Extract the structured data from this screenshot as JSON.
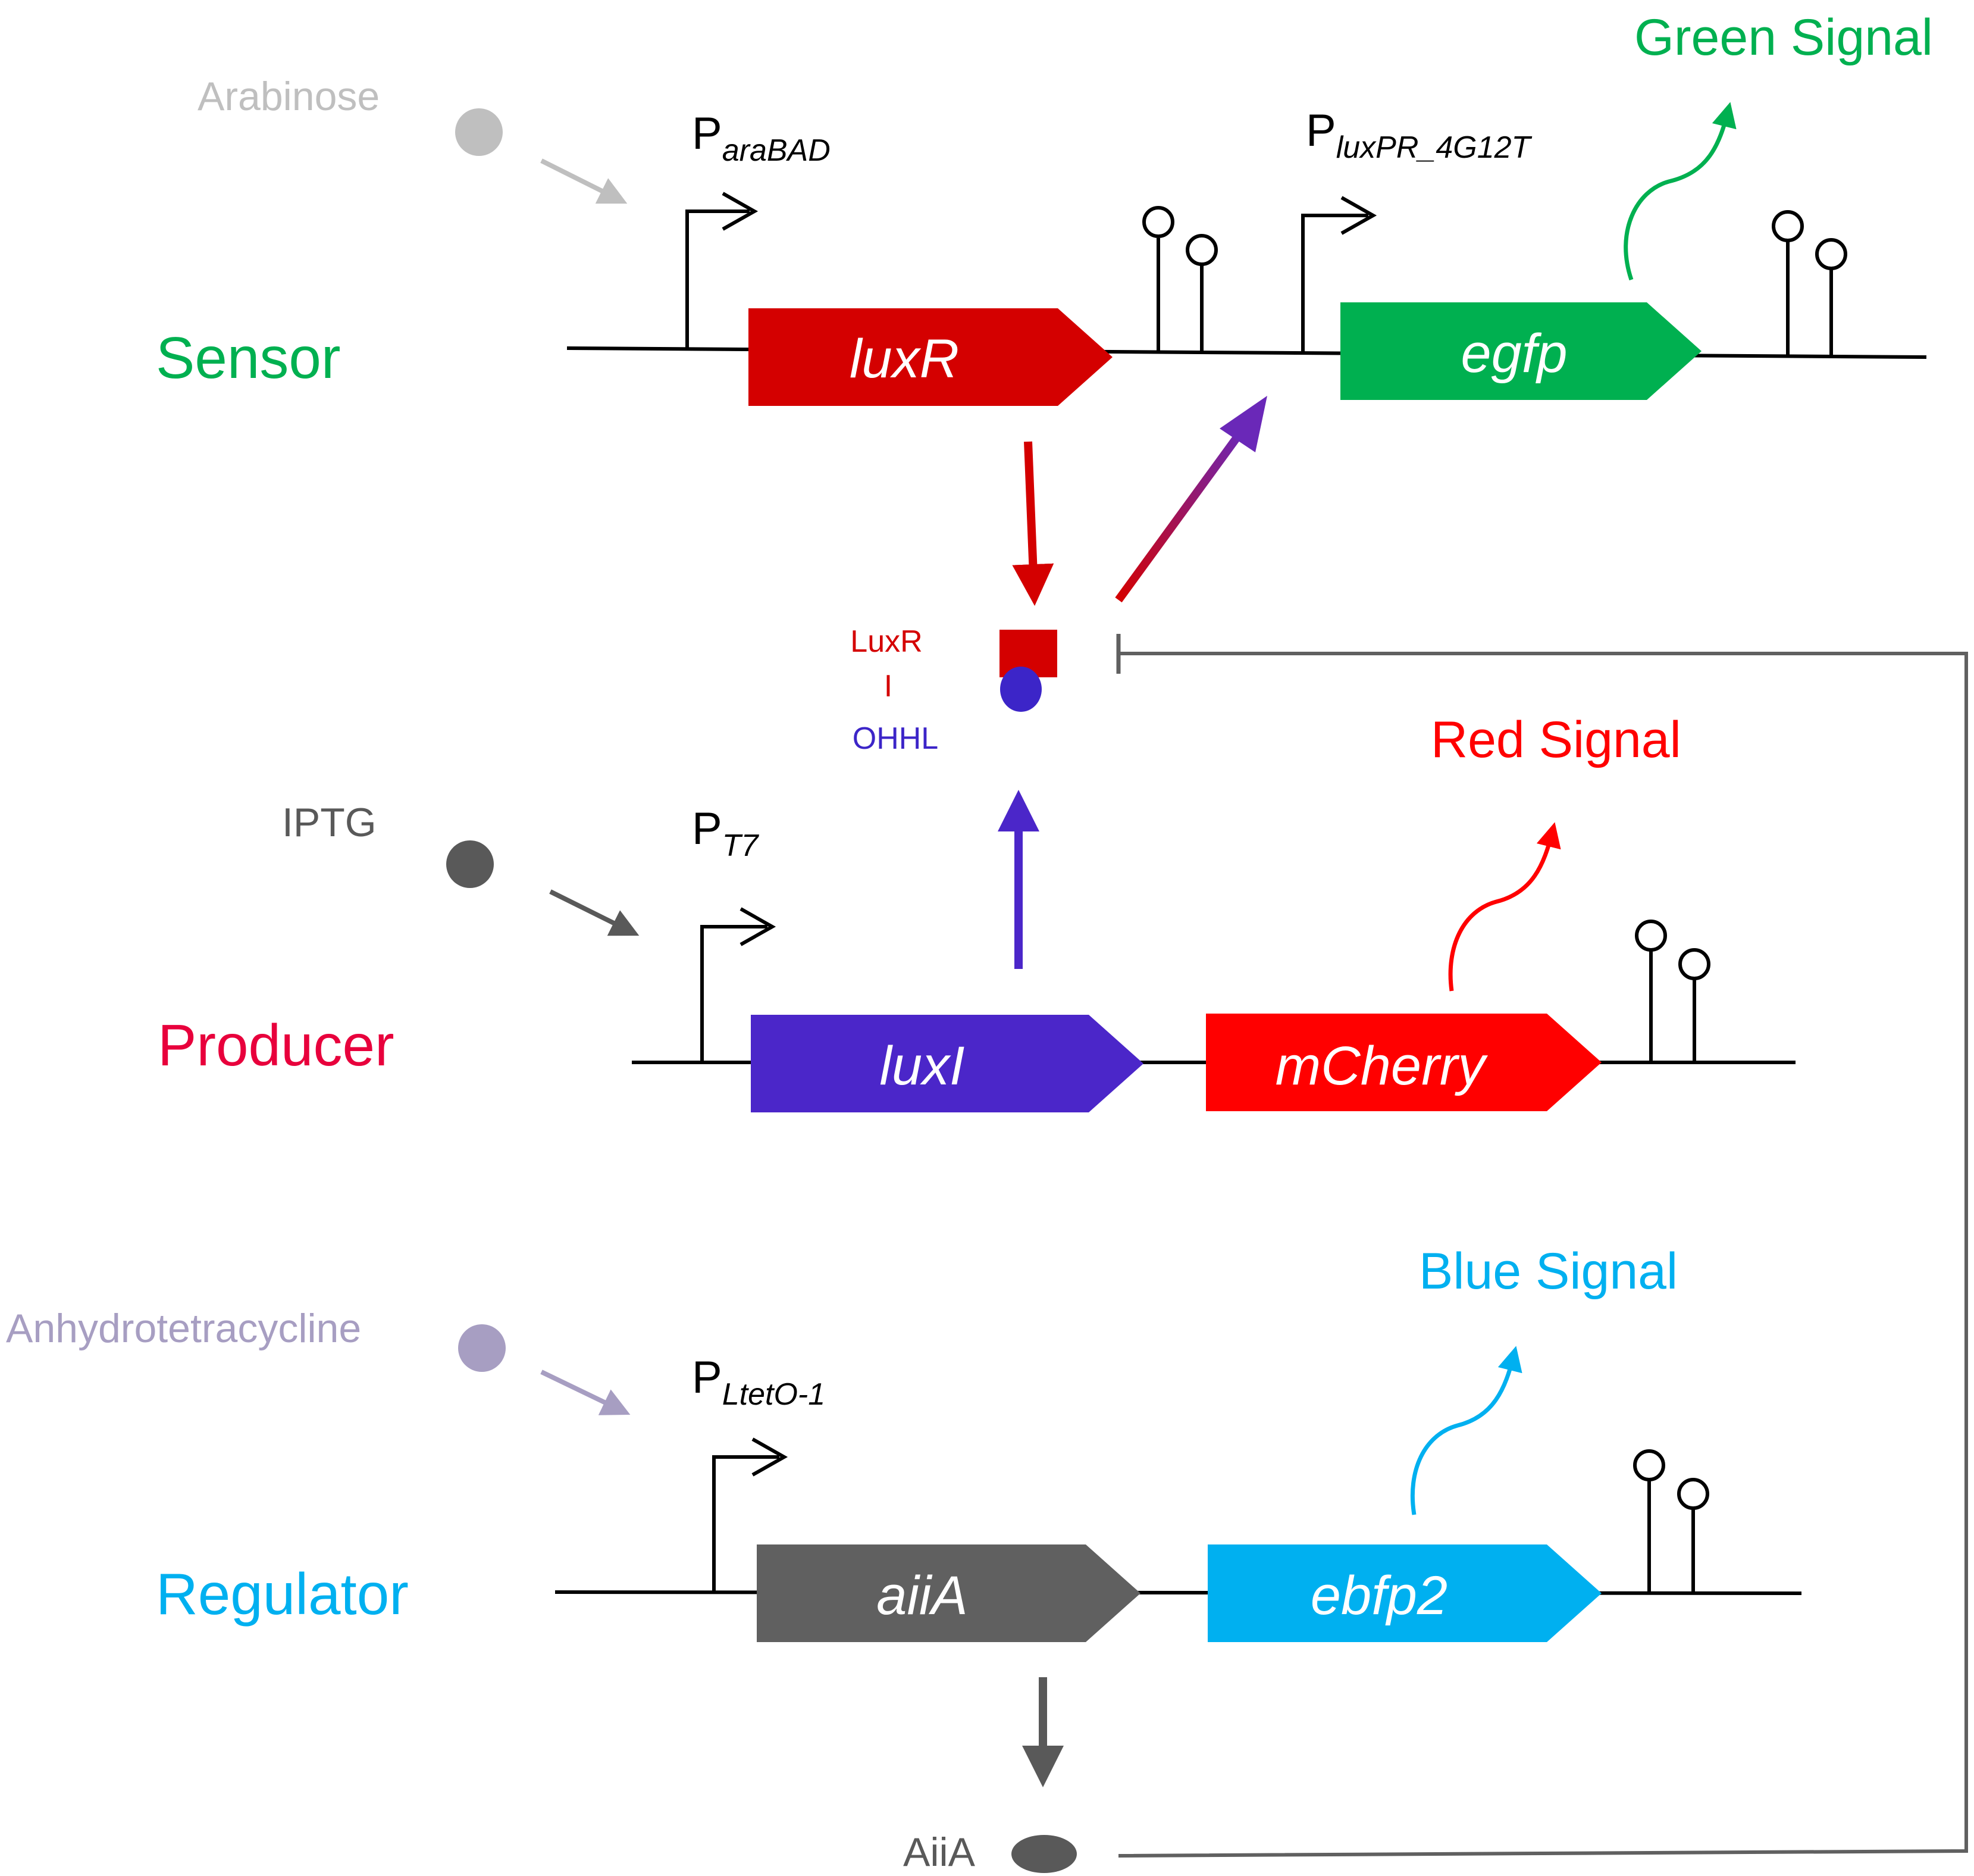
{
  "colors": {
    "sensor_green": "#00b050",
    "producer_red": "#e8003c",
    "regulator_blue": "#00b0f0",
    "luxr_red": "#d40000",
    "luxi_purple": "#4b26c9",
    "mcherry_red": "#ff0000",
    "aiia_gray": "#606060",
    "arabinose_gray": "#bfbfbf",
    "iptg_gray": "#595959",
    "atc_lavender": "#a79ec2",
    "ohhl_blue": "#3c25c8"
  },
  "inducers": {
    "arabinose": "Arabinose",
    "iptg": "IPTG",
    "atc": "Anhydrotetracycline"
  },
  "rows": {
    "sensor": "Sensor",
    "producer": "Producer",
    "regulator": "Regulator"
  },
  "promoters": {
    "parabad": {
      "main": "P",
      "sub": "araBAD"
    },
    "pluxpr": {
      "main": "P",
      "sub": "luxPR_4G12T"
    },
    "pt7": {
      "main": "P",
      "sub": "T7"
    },
    "pltet": {
      "main": "P",
      "sub": "LtetO-1"
    }
  },
  "genes": {
    "luxr": "luxR",
    "egfp": "egfp",
    "luxi": "luxI",
    "mcherry": "mCherry",
    "aiia": "aiiA",
    "ebfp2": "ebfp2"
  },
  "signals": {
    "green": "Green Signal",
    "red": "Red Signal",
    "blue": "Blue Signal"
  },
  "complex": {
    "top": "LuxR",
    "mid": "I",
    "bottom": "OHHL"
  },
  "protein": {
    "aiia": "AiiA"
  }
}
